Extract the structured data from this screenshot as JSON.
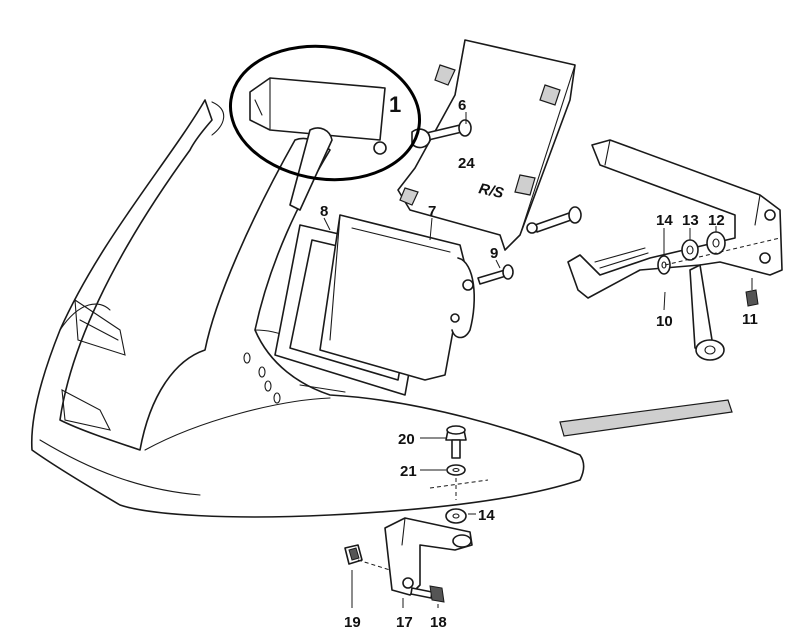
{
  "diagram": {
    "callouts": {
      "c1": "1",
      "c6": "6",
      "c24": "24",
      "c8": "8",
      "c7": "7",
      "c9": "9",
      "c14a": "14",
      "c13": "13",
      "c12": "12",
      "c10": "10",
      "c11": "11",
      "c20": "20",
      "c21": "21",
      "c14b": "14",
      "c19": "19",
      "c17": "17",
      "c18": "18"
    },
    "decal_text": "R/S",
    "highlight": {
      "shape": "ellipse",
      "encircles": "1"
    }
  }
}
